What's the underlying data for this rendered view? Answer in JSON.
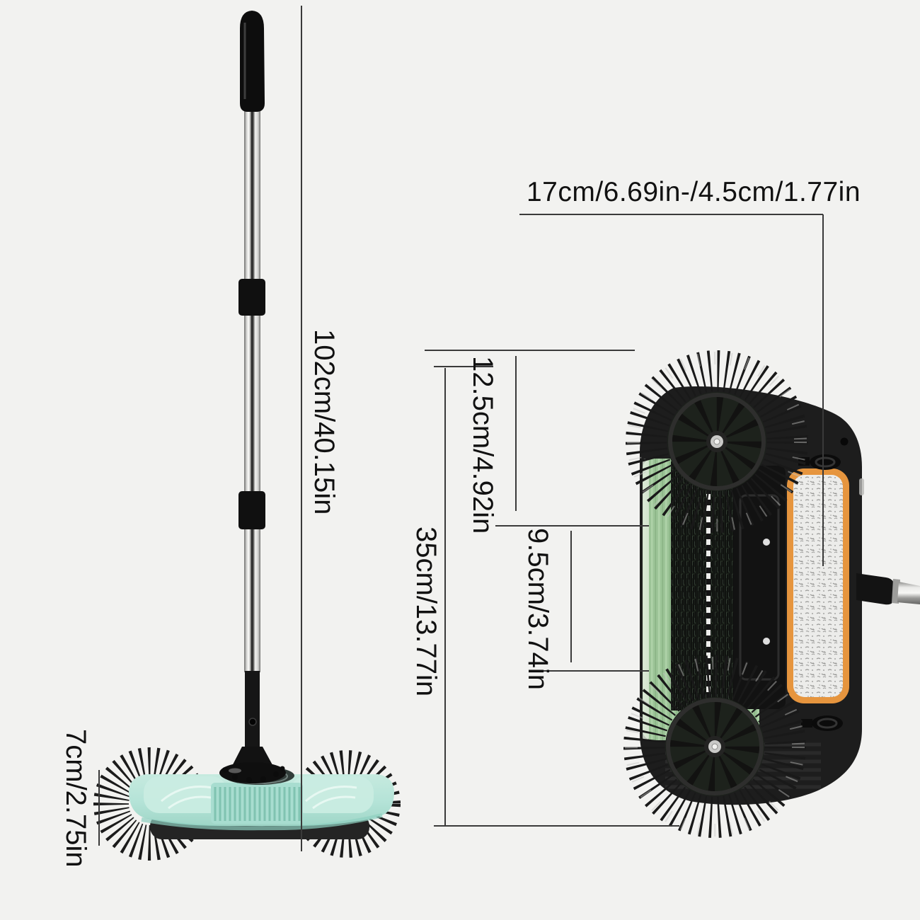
{
  "background": "#f2f2f0",
  "figures": {
    "left_view": "sweeper side view with telescopic handle",
    "right_view": "sweeper bottom view with twin spin brushes, roller brush and mop pad"
  },
  "labels": {
    "top_width": "17cm/6.69in-/4.5cm/1.77in",
    "handle_height": "102cm/40.15in",
    "brush_diameter": "12.5cm/4.92in",
    "body_length": "35cm/13.77in",
    "roller_width": "9.5cm/3.74in",
    "base_height": "7cm/2.75in"
  },
  "colors": {
    "base_mint": "#b4e3d7",
    "dustbin_green": "#9cc497",
    "mop_pad_orange": "#e6953e",
    "body_black": "#1d1d1d",
    "dimension_line": "#3a3a3a",
    "text": "#111111",
    "background": "#f2f2f0"
  }
}
